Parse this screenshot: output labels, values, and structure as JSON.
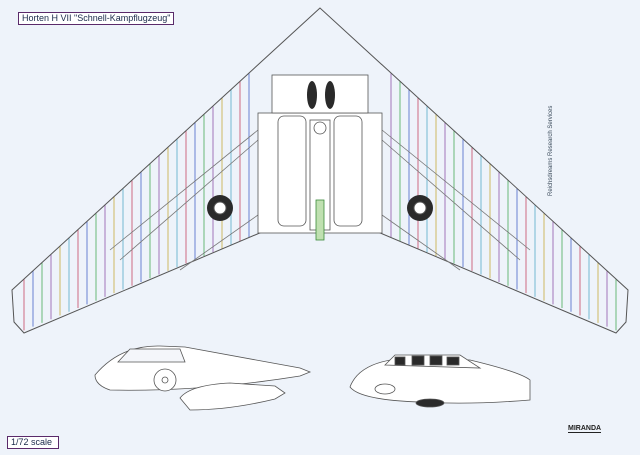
{
  "title": "Horten H VII \"Schnell-Kampflugzeug\"",
  "scale": "1/72 scale",
  "credit": "Reichsdreams Research Services",
  "logo": "MIRANDA",
  "colors": {
    "background": "#eef3fa",
    "outline": "#555555",
    "wheel": "#2a2a2a",
    "spars": [
      "#c03050",
      "#3050c0",
      "#30a040",
      "#8040a0",
      "#c0a020",
      "#40a0c0"
    ]
  }
}
